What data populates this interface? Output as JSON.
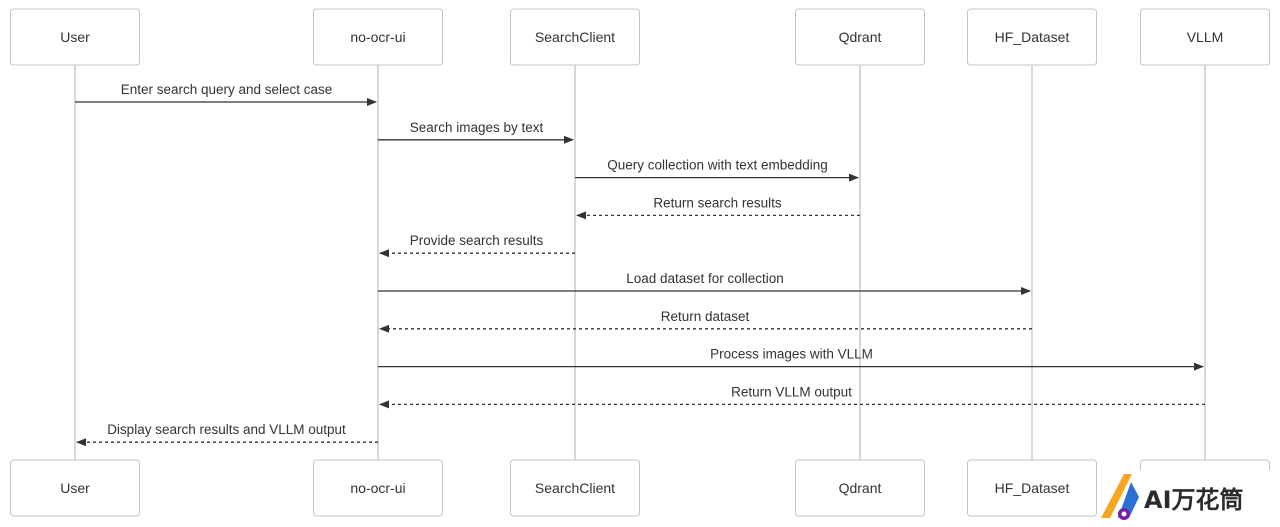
{
  "participants": [
    {
      "id": "user",
      "label": "User"
    },
    {
      "id": "ui",
      "label": "no-ocr-ui"
    },
    {
      "id": "search",
      "label": "SearchClient"
    },
    {
      "id": "qdrant",
      "label": "Qdrant"
    },
    {
      "id": "hf",
      "label": "HF_Dataset"
    },
    {
      "id": "vllm",
      "label": "VLLM"
    }
  ],
  "messages": [
    {
      "from": "user",
      "to": "ui",
      "label": "Enter search query and select case",
      "style": "solid"
    },
    {
      "from": "ui",
      "to": "search",
      "label": "Search images by text",
      "style": "solid"
    },
    {
      "from": "search",
      "to": "qdrant",
      "label": "Query collection with text embedding",
      "style": "solid"
    },
    {
      "from": "qdrant",
      "to": "search",
      "label": "Return search results",
      "style": "dashed"
    },
    {
      "from": "search",
      "to": "ui",
      "label": "Provide search results",
      "style": "dashed"
    },
    {
      "from": "ui",
      "to": "hf",
      "label": "Load dataset for collection",
      "style": "solid"
    },
    {
      "from": "hf",
      "to": "ui",
      "label": "Return dataset",
      "style": "dashed"
    },
    {
      "from": "ui",
      "to": "vllm",
      "label": "Process images with VLLM",
      "style": "solid"
    },
    {
      "from": "vllm",
      "to": "ui",
      "label": "Return VLLM output",
      "style": "dashed"
    },
    {
      "from": "ui",
      "to": "user",
      "label": "Display search results and VLLM output",
      "style": "dashed"
    }
  ],
  "watermark": {
    "text": "AI万花筒",
    "colors": {
      "orange": "#f5a623",
      "blue": "#2d6fd6",
      "dark": "#2b2b2b"
    }
  },
  "colors": {
    "box_border": "#c4c4c4",
    "lifeline": "#bdbdbd",
    "arrow": "#333333",
    "text": "#333333"
  }
}
